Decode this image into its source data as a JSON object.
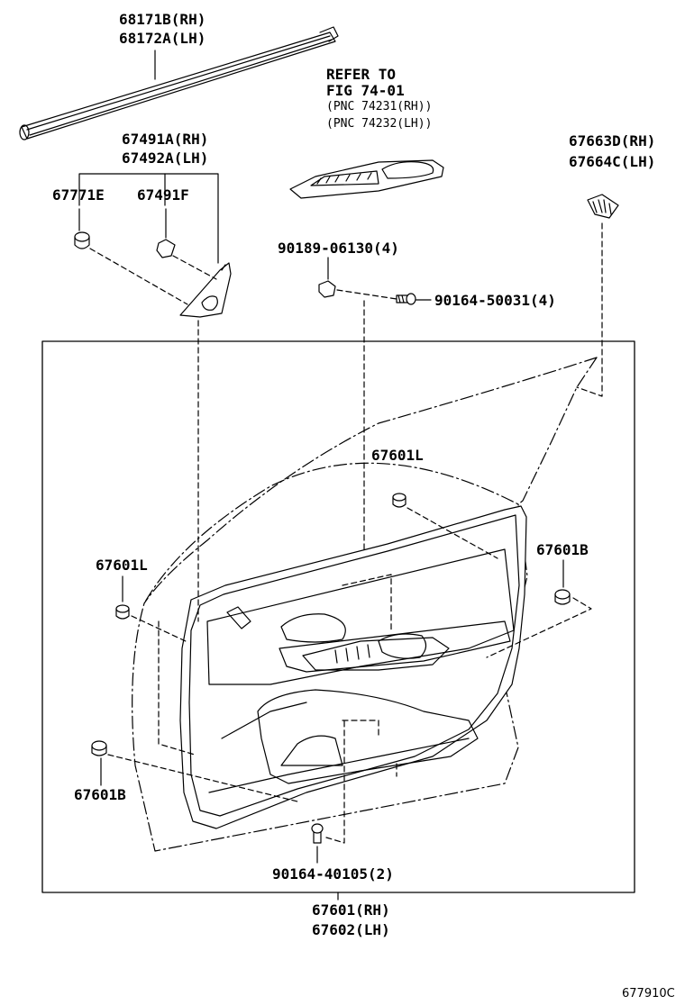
{
  "labels": {
    "weatherstrip_rh": "68171B(RH)",
    "weatherstrip_lh": "68172A(LH)",
    "refer_to": "REFER TO",
    "refer_fig": "FIG 74-01",
    "refer_pnc_rh": "(PNC 74231(RH))",
    "refer_pnc_lh": "(PNC 74232(LH))",
    "cover_rh": "67491A(RH)",
    "cover_lh": "67492A(LH)",
    "clip_67771e": "67771E",
    "clip_67491f": "67491F",
    "clip_rh_67663d": "67663D(RH)",
    "clip_lh_67664c": "67664C(LH)",
    "nut_90189": "90189-06130(4)",
    "screw_90164_50031": "90164-50031(4)",
    "clip_67601l_top": "67601L",
    "clip_67601l_left": "67601L",
    "clip_67601b_right": "67601B",
    "clip_67601b_left": "67601B",
    "screw_90164_40105": "90164-40105(2)",
    "panel_rh": "67601(RH)",
    "panel_lh": "67602(LH)",
    "figure_id": "677910C"
  }
}
